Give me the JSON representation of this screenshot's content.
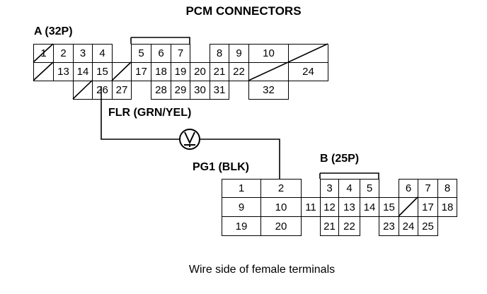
{
  "title": "PCM CONNECTORS",
  "connector_a": {
    "label": "A (32P)",
    "terminals": [
      "1",
      "2",
      "3",
      "4",
      "5",
      "6",
      "7",
      "8",
      "9",
      "10",
      "13",
      "14",
      "15",
      "17",
      "18",
      "19",
      "20",
      "21",
      "22",
      "24",
      "26",
      "27",
      "28",
      "29",
      "30",
      "31",
      "32"
    ]
  },
  "connector_b": {
    "label": "B (25P)",
    "terminals": [
      "1",
      "2",
      "3",
      "4",
      "5",
      "6",
      "7",
      "8",
      "9",
      "10",
      "11",
      "12",
      "13",
      "14",
      "15",
      "17",
      "18",
      "19",
      "20",
      "21",
      "22",
      "23",
      "24",
      "25"
    ]
  },
  "wire_flr": "FLR (GRN/YEL)",
  "wire_pg1": "PG1 (BLK)",
  "meter_icon": "voltmeter-icon",
  "caption": "Wire side of female terminals"
}
